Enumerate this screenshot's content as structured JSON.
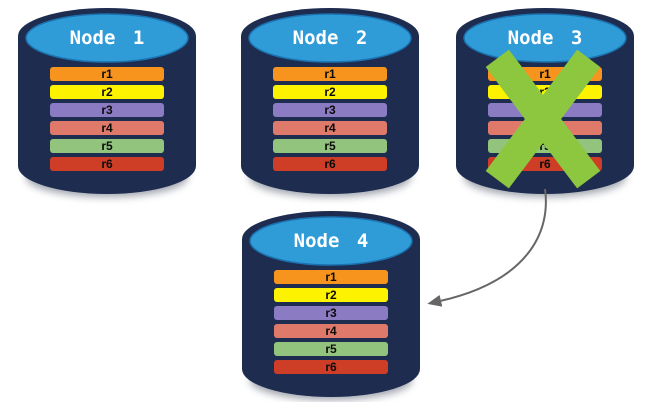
{
  "nodes": [
    {
      "label": "Node 1",
      "failed": false
    },
    {
      "label": "Node 2",
      "failed": false
    },
    {
      "label": "Node 3",
      "failed": true
    },
    {
      "label": "Node 4",
      "failed": false
    }
  ],
  "rows": [
    {
      "label": "r1",
      "color": "#F7941D"
    },
    {
      "label": "r2",
      "color": "#FDF200"
    },
    {
      "label": "r3",
      "color": "#8A7BC2"
    },
    {
      "label": "r4",
      "color": "#DF7A6B"
    },
    {
      "label": "r5",
      "color": "#93C47E"
    },
    {
      "label": "r6",
      "color": "#CE3D26"
    }
  ],
  "colors": {
    "cylinder_body": "#1E2C4F",
    "cylinder_top": "#2F9BD7",
    "cylinder_top_border": "#1B72B0",
    "node_label": "#FFFFFF",
    "row_text": "#0B0B0B",
    "fail_x": "#8DC63F",
    "arrow": "#666666"
  }
}
